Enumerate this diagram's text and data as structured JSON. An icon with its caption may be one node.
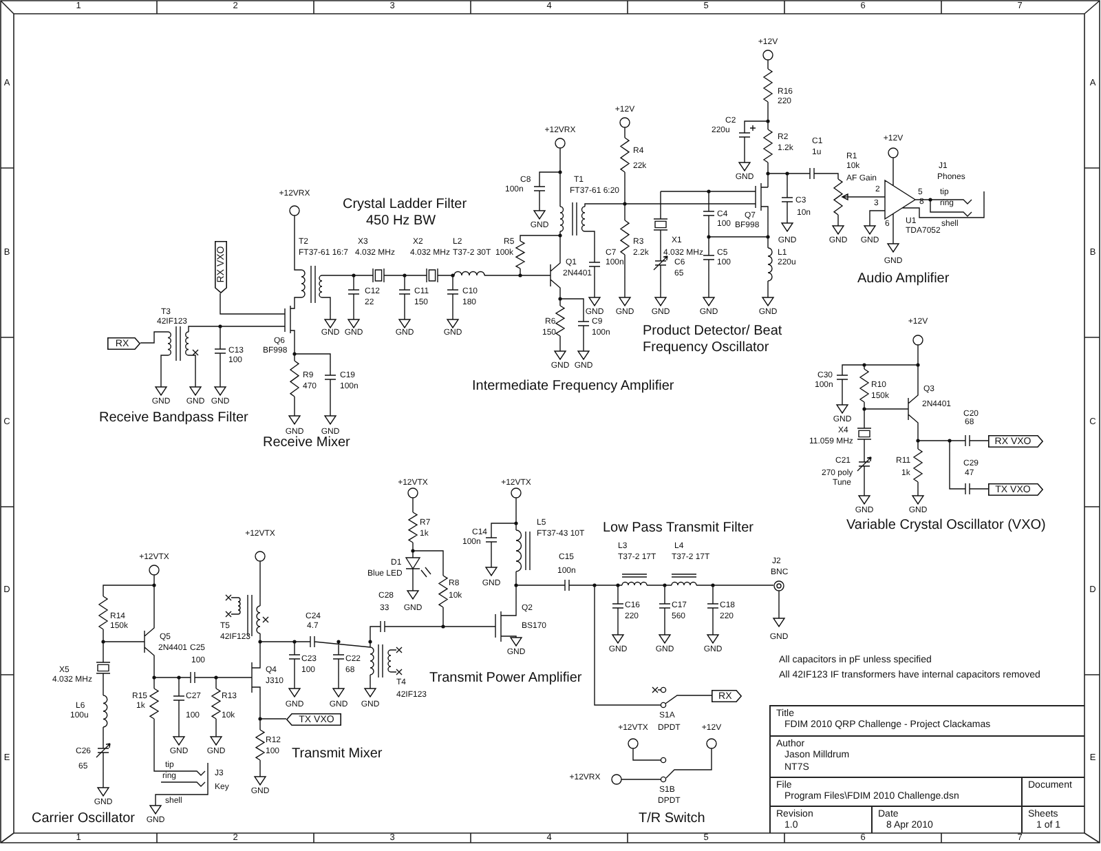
{
  "diagram": {
    "nodes": [
      {
        "text": [
          "RX VXO"
        ]
      },
      {
        "text": [
          "RX"
        ]
      },
      {
        "text": [
          "RX VXO"
        ]
      },
      {
        "text": [
          "TX VXO"
        ]
      },
      {
        "text": [
          "RX"
        ]
      },
      {
        "text": [
          "TX VXO"
        ]
      },
      {
        "text": [
          "Title",
          "FDIM 2010 QRP Challenge - Project Clackamas"
        ]
      },
      {
        "text": [
          "Author",
          "Jason Milldrum",
          "NT7S"
        ]
      },
      {
        "text": [
          "File",
          "Program Files\\FDIM 2010 Challenge.dsn"
        ]
      },
      {
        "text": [
          "Document"
        ]
      },
      {
        "text": [
          "Revision",
          "1.0"
        ]
      },
      {
        "text": [
          "Date",
          "8 Apr 2010"
        ]
      },
      {
        "text": [
          "Sheets",
          "1 of 1"
        ]
      }
    ],
    "labels": [
      "1",
      "2",
      "3",
      "4",
      "5",
      "6",
      "7",
      "A",
      "B",
      "C",
      "D",
      "E",
      "A",
      "B",
      "C",
      "D",
      "E",
      "+12V",
      "R16",
      "220",
      "+12V",
      "C2",
      "+12VRX",
      "220u",
      "R2",
      "C1",
      "+12V",
      "R4",
      "1.2k",
      "1u",
      "R1",
      "22k",
      "10k",
      "J1",
      "C8",
      "T1",
      "GND",
      "AF Gain",
      "Phones",
      "+12VRX",
      "100n",
      "FT37-61 6:20",
      "2",
      "5",
      "tip",
      "Crystal Ladder Filter",
      "C3",
      "3",
      "8",
      "ring",
      "450 Hz BW",
      "C4",
      "Q7",
      "10n",
      "GND",
      "100",
      "BF998",
      "6",
      "U1",
      "TDA7052",
      "shell",
      "T2",
      "X3",
      "X2",
      "L2",
      "R5",
      "R3",
      "X1",
      "GND",
      "GND",
      "GND",
      "FT37-61 16:7",
      "4.032 MHz",
      "4.032 MHz",
      "T37-2 30T",
      "100k",
      "C7",
      "2.2k",
      "4.032 MHz",
      "C5",
      "L1",
      "Q1",
      "100n",
      "C6",
      "100",
      "220u",
      "GND",
      "2N4401",
      "65",
      "Audio Amplifier",
      "C12",
      "C11",
      "C10",
      "22",
      "150",
      "180",
      "T3",
      "GND",
      "GND",
      "GND",
      "GND",
      "GND",
      "42IF123",
      "R6",
      "C9",
      "Product Detector/ Beat Frequency Oscillator",
      "+12V",
      "GND",
      "GND",
      "GND",
      "GND",
      "150",
      "100n",
      "Q6",
      "C13",
      "BF998",
      "100",
      "GND",
      "GND",
      "R9",
      "C19",
      "C30",
      "470",
      "100n",
      "Intermediate Frequency Amplifier",
      "100n",
      "R10",
      "Q3",
      "GND",
      "GND",
      "GND",
      "150k",
      "2N4401",
      "Receive Bandpass Filter",
      "GND",
      "C20",
      "68",
      "GND",
      "GND",
      "X4",
      "Receive Mixer",
      "11.059 MHz",
      "C21",
      "R11",
      "C29",
      "270 poly",
      "1k",
      "47",
      "+12VTX",
      "+12VTX",
      "Tune",
      "GND",
      "GND",
      "R7",
      "L5",
      "+12VTX",
      "1k",
      "C14",
      "FT37-43 10T",
      "Low Pass Transmit Filter",
      "Variable Crystal Oscillator (VXO)",
      "100n",
      "L3",
      "L4",
      "+12VTX",
      "D1",
      "C15",
      "T37-2 17T",
      "T37-2 17T",
      "J2",
      "Blue LED",
      "100n",
      "BNC",
      "R8",
      "GND",
      "C28",
      "10k",
      "33",
      "GND",
      "Q2",
      "C16",
      "C17",
      "C18",
      "R14",
      "C24",
      "220",
      "560",
      "220",
      "150k",
      "T5",
      "4.7",
      "BS170",
      "Q5",
      "42IF123",
      "GND",
      "2N4401",
      "C25",
      "GND",
      "GND",
      "GND",
      "GND",
      "100",
      "C23",
      "C22",
      "All capacitors in pF unless specified",
      "X5",
      "Q4",
      "100",
      "68",
      "4.032 MHz",
      "J310",
      "T4",
      "Transmit Power Amplifier",
      "All 42IF123 IF transformers have internal capacitors removed",
      "R15",
      "C27",
      "R13",
      "42IF123",
      "L6",
      "1k",
      "GND",
      "GND",
      "GND",
      "100u",
      "100",
      "10k",
      "S1A",
      "+12VTX",
      "DPDT",
      "+12V",
      "R12",
      "C26",
      "GND",
      "GND",
      "100",
      "Transmit Mixer",
      "65",
      "tip",
      "ring",
      "J3",
      "+12VRX",
      "Key",
      "GND",
      "S1B",
      "GND",
      "shell",
      "DPDT",
      "Carrier Oscillator",
      "GND",
      "T/R Switch",
      "1",
      "2",
      "3",
      "4",
      "5",
      "6",
      "7"
    ]
  }
}
